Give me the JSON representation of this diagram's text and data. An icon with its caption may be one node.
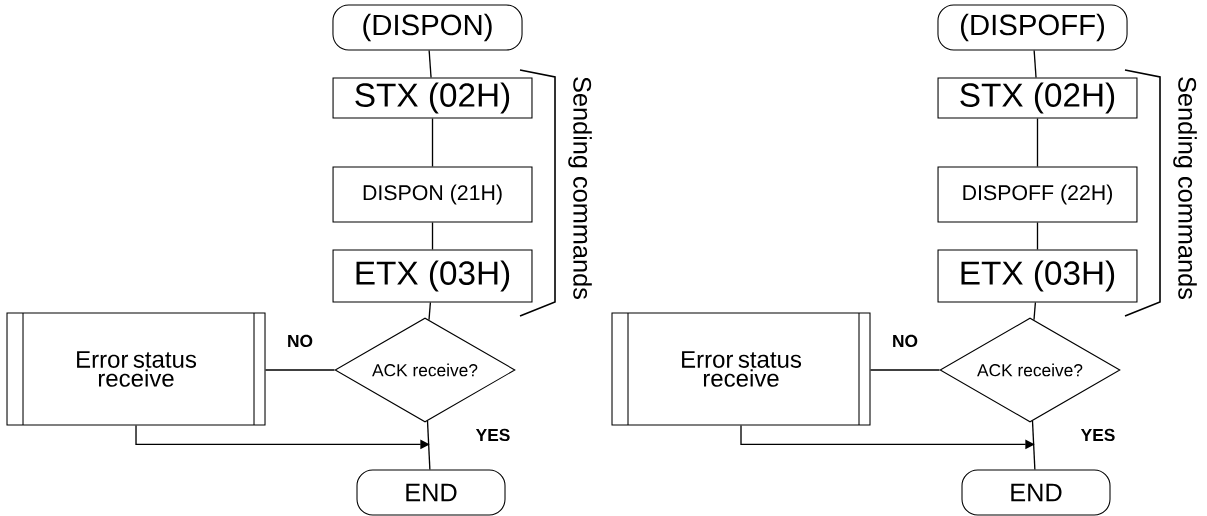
{
  "diagram": {
    "nodes": [
      {
        "text": [
          "(DISPON)"
        ]
      },
      {
        "text": [
          "STX (02H)"
        ]
      },
      {
        "text": [
          "DISPON (21H)"
        ]
      },
      {
        "text": [
          "ETX (03H)"
        ]
      },
      {
        "text": [
          "ACK receive?"
        ]
      },
      {
        "text": [
          "Error status receive"
        ]
      },
      {
        "text": [
          "END"
        ]
      },
      {
        "text": [
          "(DISPOFF)"
        ]
      },
      {
        "text": [
          "STX (02H)"
        ]
      },
      {
        "text": [
          "DISPOFF (22H)"
        ]
      },
      {
        "text": [
          "ETX (03H)"
        ]
      },
      {
        "text": [
          "ACK receive?"
        ]
      },
      {
        "text": [
          "Error status receive"
        ]
      },
      {
        "text": [
          "END"
        ]
      }
    ],
    "edges": [
      {
        "from": 0,
        "to": 1,
        "arrow": "none"
      },
      {
        "from": 1,
        "to": 2,
        "arrow": "none"
      },
      {
        "from": 2,
        "to": 3,
        "arrow": "none"
      },
      {
        "from": 3,
        "to": 4,
        "arrow": "none"
      },
      {
        "from": 4,
        "to": 5,
        "arrow": "none",
        "label": "NO"
      },
      {
        "from": 4,
        "to": 6,
        "arrow": "none",
        "label": "YES"
      },
      {
        "from": 5,
        "to": 6,
        "arrow": "to"
      },
      {
        "from": 7,
        "to": 8,
        "arrow": "none"
      },
      {
        "from": 8,
        "to": 9,
        "arrow": "none"
      },
      {
        "from": 9,
        "to": 10,
        "arrow": "none"
      },
      {
        "from": 10,
        "to": 11,
        "arrow": "none"
      },
      {
        "from": 11,
        "to": 12,
        "arrow": "none",
        "label": "NO"
      },
      {
        "from": 11,
        "to": 13,
        "arrow": "none",
        "label": "YES"
      },
      {
        "from": 12,
        "to": 13,
        "arrow": "to"
      }
    ],
    "labels": [
      "Sending commands",
      "Sending commands"
    ]
  }
}
